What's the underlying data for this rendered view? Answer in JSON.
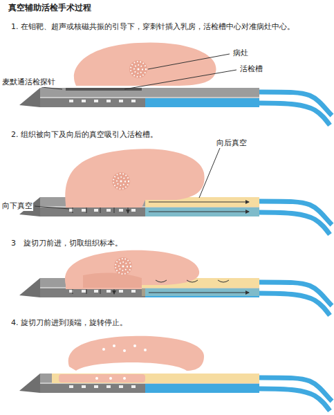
{
  "diagram": {
    "title": "真空辅助活检手术过程",
    "labels": [
      "1. 在钼靶、超声或核磁共振的引导下，穿刺针插入乳房，活检槽中心对准病灶中心。",
      "病灶",
      "活检槽",
      "麦默通活检探针",
      "2. 组织被向下及向后的真空吸引入活检槽。",
      "向后真空",
      "向下真空",
      "3　旋切刀前进，切取组织标本。",
      "4. 旋切刀前进到顶端，旋转停止。"
    ]
  }
}
